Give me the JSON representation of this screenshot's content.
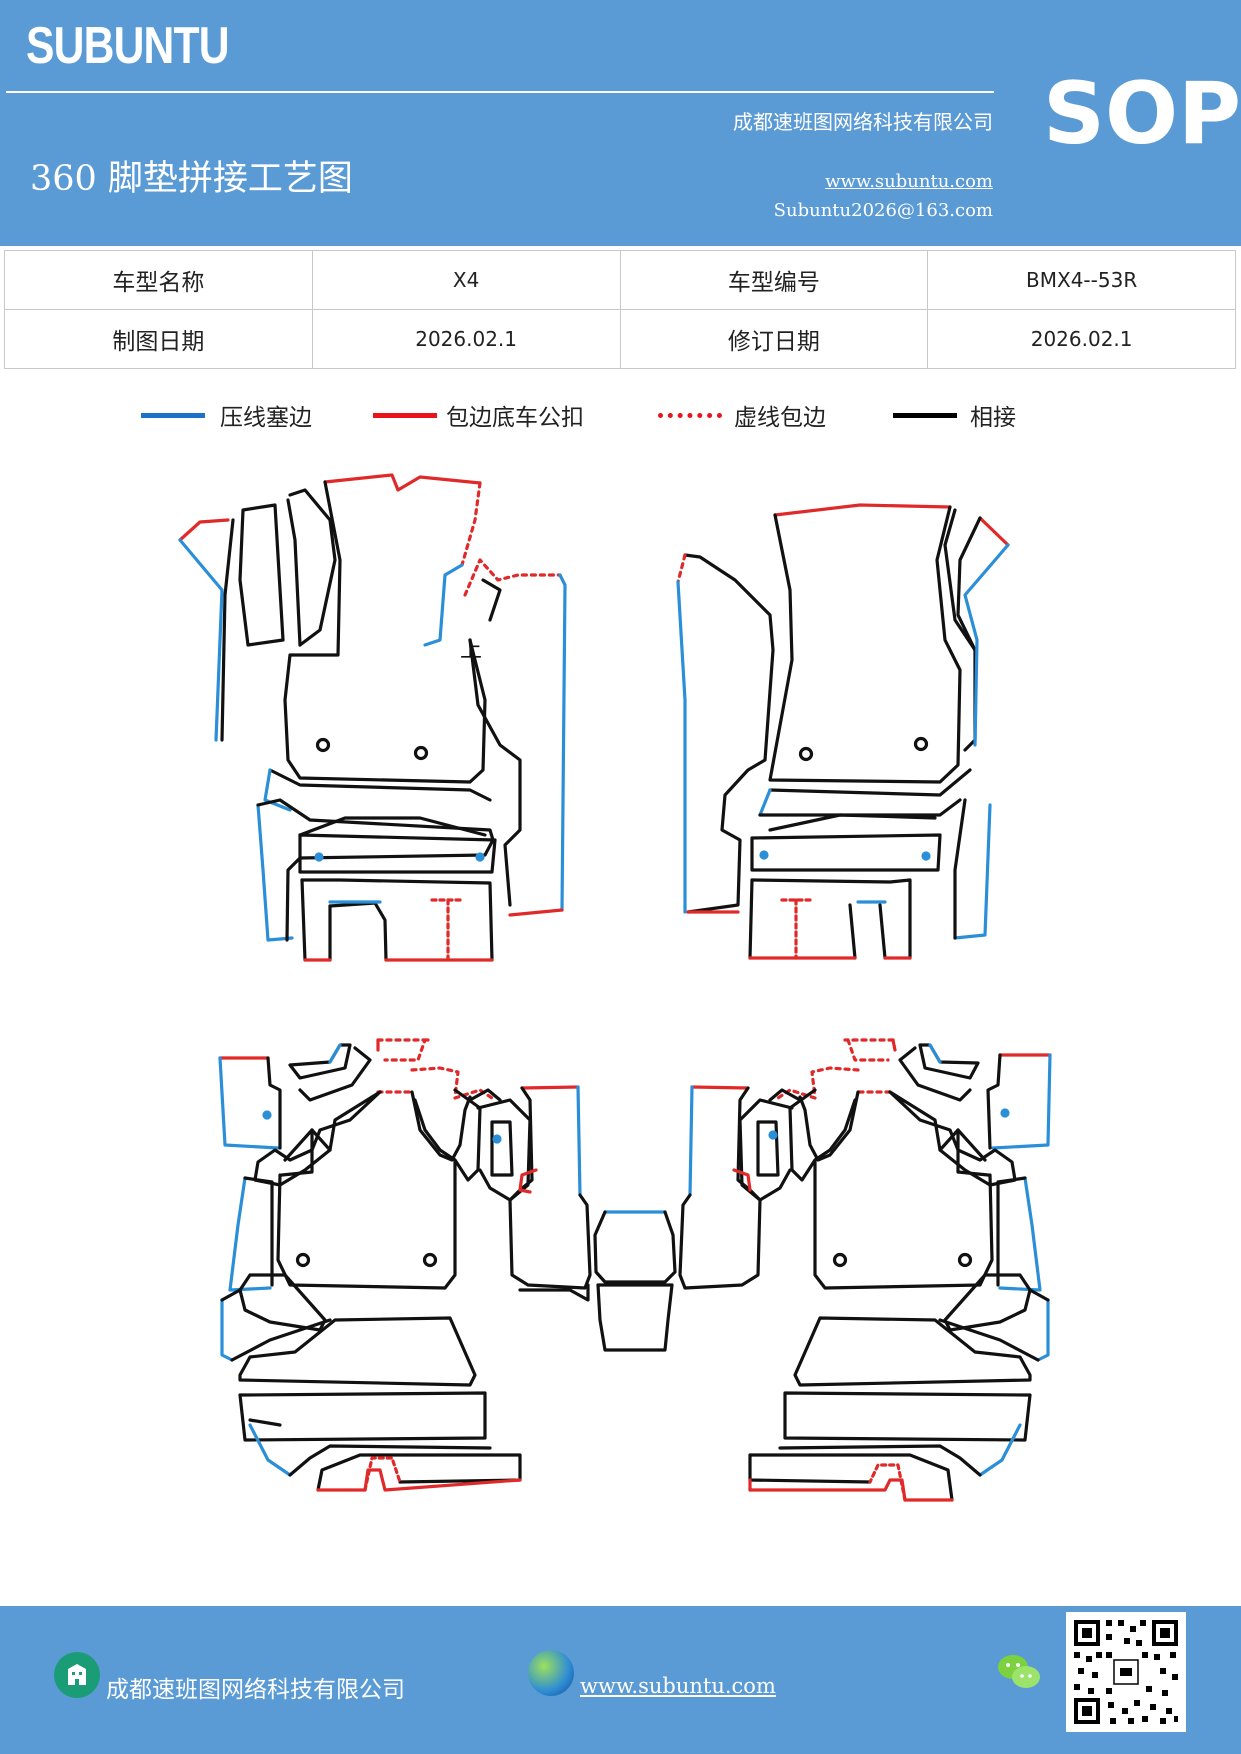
{
  "header": {
    "brand": "SUBUNTU",
    "company": "成都速班图网络科技有限公司",
    "title": "360 脚垫拼接工艺图",
    "website": "www.subuntu.com",
    "email": "Subuntu2026@163.com",
    "badge": "SOP"
  },
  "info": {
    "model_name_label": "车型名称",
    "model_name_value": "X4",
    "model_code_label": "车型编号",
    "model_code_value": "BMX4--53R",
    "draw_date_label": "制图日期",
    "draw_date_value": "2026.02.1",
    "revise_date_label": "修订日期",
    "revise_date_value": "2026.02.1"
  },
  "legend": [
    {
      "label": "压线塞边",
      "color": "#1a73c9",
      "style": "solid"
    },
    {
      "label": "包边底车公扣",
      "color": "#e8141b",
      "style": "solid"
    },
    {
      "label": "虚线包边",
      "color": "#e8141b",
      "style": "dotted"
    },
    {
      "label": "相接",
      "color": "#000000",
      "style": "solid"
    }
  ],
  "drawing": {
    "marker_up": "上",
    "colors": {
      "blue": "#2b8fd8",
      "red": "#e02a2a",
      "black": "#111111"
    }
  },
  "footer": {
    "company": "成都速班图网络科技有限公司",
    "website": "www.subuntu.com",
    "building_icon": "building-icon",
    "globe_icon": "globe-icon",
    "wechat_icon": "wechat-icon"
  }
}
